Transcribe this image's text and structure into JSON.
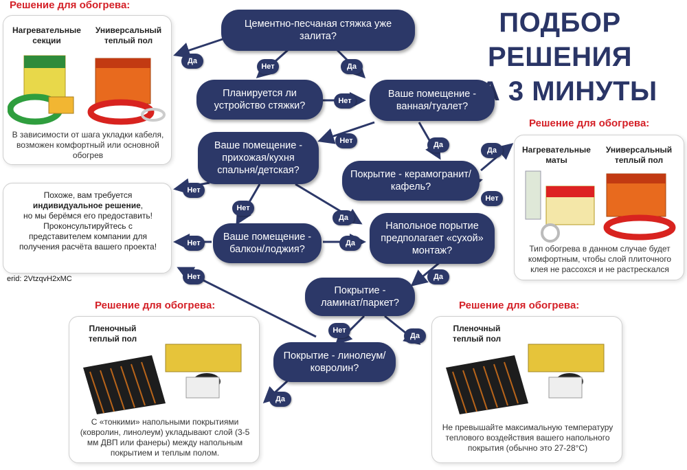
{
  "title_line1": "ПОДБОР РЕШЕНИЯ",
  "title_line2": "ЗА 3 МИНУТЫ",
  "questions": {
    "q1": "Цементно-песчаная стяжка уже залита?",
    "q2": "Планируется ли устройство стяжки?",
    "q3": "Ваше помещение - ванная/туалет?",
    "q4": "Ваше помещение - прихожая/кухня спальня/детская?",
    "q5": "Покрытие - керамогранит/кафель?",
    "q6": "Ваше помещение - балкон/лоджия?",
    "q7": "Напольное порытие предполагает «сухой» монтаж?",
    "q8": "Покрытие - ламинат/паркет?",
    "q9": "Покрытие - линолеум/ковролин?"
  },
  "labels": {
    "yes": "Да",
    "no": "Нет"
  },
  "solutions": {
    "heading": "Решение для обогрева:",
    "top_left": {
      "product1": "Нагревательные секции",
      "product2": "Универсальный теплый пол",
      "desc": "В зависимости от шага укладки кабеля, возможен комфортный или основной обогрев"
    },
    "right": {
      "product1": "Нагревательные маты",
      "product2": "Универсальный теплый пол",
      "desc": "Тип обогрева в данном случае будет комфортным, чтобы слой плиточного клея не рассохся и не растрескался"
    },
    "bottom_left": {
      "product": "Пленочный теплый пол",
      "desc": "С «тонкими» напольными покрытиями (ковролин, линолеум) укладывают слой (3-5 мм ДВП или фанеры) между напольным покрытием и теплым полом."
    },
    "bottom_right": {
      "product": "Пленочный теплый пол",
      "desc": "Не превышайте максимальную температуру теплового воздействия вашего напольного покрытия (обычно это 27-28°C)"
    }
  },
  "individual": {
    "line1": "Похоже, вам требуется",
    "strong": "индивидуальное решение",
    "line2_tail": ",",
    "line3": "но мы берёмся его предоставить! Проконсультируйтесь с представителем компании для получения расчёта вашего проекта!"
  },
  "erid": "erid: 2VtzqvH2xMC",
  "colors": {
    "node": "#2c3868",
    "accent": "#d41f26",
    "title": "#2a3566"
  }
}
